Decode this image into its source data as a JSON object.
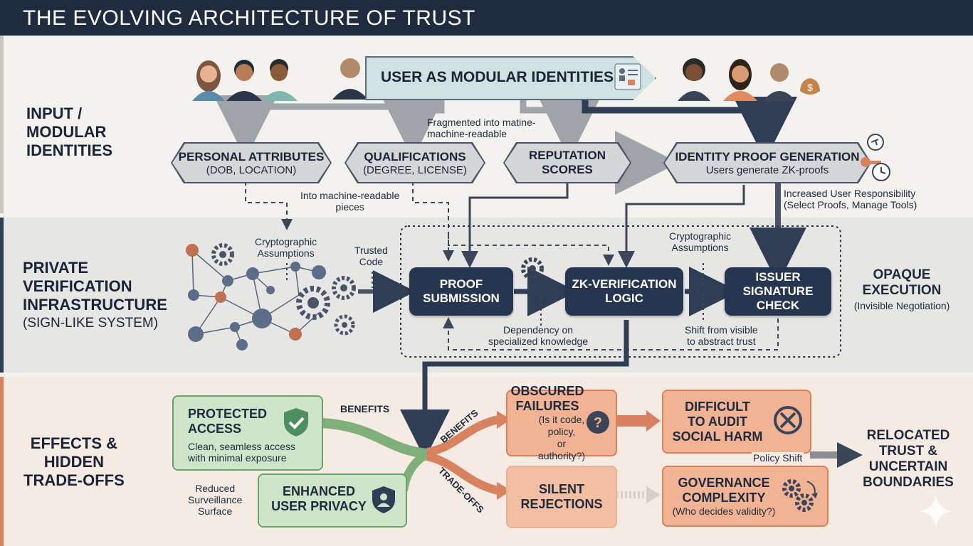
{
  "header": {
    "title": "THE EVOLVING ARCHITECTURE OF TRUST"
  },
  "sections": {
    "input": {
      "line1": "INPUT /",
      "line2": "MODULAR",
      "line3": "IDENTITIES"
    },
    "private": {
      "line1": "PRIVATE",
      "line2": "VERIFICATION",
      "line3": "INFRASTRUCTURE",
      "sub": "(SIGN-LIKE SYSTEM)"
    },
    "effects": {
      "line1": "EFFECTS &",
      "line2": "HIDDEN",
      "line3": "TRADE-OFFS"
    }
  },
  "top": {
    "user_banner": "USER AS MODULAR IDENTITIES",
    "fragment_note_1": "Fragmented into matine-",
    "fragment_note_2": "machine-readable"
  },
  "hexes": {
    "personal": {
      "title": "PERSONAL ATTRIBUTES",
      "sub": "(DOB, LOCATION)"
    },
    "qualifications": {
      "title": "QUALIFICATIONS",
      "sub": "(DEGREE, LICENSE)"
    },
    "reputation": {
      "title1": "REPUTATION",
      "title2": "SCORES"
    },
    "identity_proof": {
      "title": "IDENTITY PROOF GENERATION",
      "sub": "Users generate ZK-proofs"
    }
  },
  "notes": {
    "machine_readable_1": "Into machine-readable",
    "machine_readable_2": "pieces",
    "responsibility_1": "Increased User Responsibility",
    "responsibility_2": "(Select Proofs, Manage Tools)",
    "crypto_left_1": "Cryptographic",
    "crypto_left_2": "Assumptions",
    "trusted_1": "Trusted",
    "trusted_2": "Code",
    "crypto_right_1": "Cryptographic",
    "crypto_right_2": "Assumptions",
    "dependency_1": "Dependency on",
    "dependency_2": "specialized knowledge",
    "shift_1": "Shift from visible",
    "shift_2": "to abstract trust",
    "opaque_1": "OPAQUE",
    "opaque_2": "EXECUTION",
    "opaque_sub": "(Invisible Negotiation)"
  },
  "pipeline": {
    "proof_submission": {
      "line1": "PROOF",
      "line2": "SUBMISSION"
    },
    "zk_logic": {
      "line1": "ZK-VERIFICATION",
      "line2": "LOGIC"
    },
    "issuer": {
      "line1": "ISSUER",
      "line2": "SIGNATURE",
      "line3": "CHECK"
    }
  },
  "effects": {
    "protected": {
      "title": "PROTECTED",
      "title2": "ACCESS",
      "sub1": "Clean, seamless access",
      "sub2": "with minimal exposure"
    },
    "privacy": {
      "title1": "ENHANCED",
      "title2": "USER PRIVACY"
    },
    "reduced_1": "Reduced",
    "reduced_2": "Surveillance",
    "reduced_3": "Surface",
    "benefits_top": "BENEFITS",
    "benefits_diag": "BENEFITS",
    "tradeoffs_diag": "TRADE-OFFS",
    "obscured": {
      "title1": "OBSCURED",
      "title2": "FAILURES",
      "sub1": "(Is it code, policy,",
      "sub2": "or authority?)"
    },
    "difficult": {
      "title1": "DIFFICULT",
      "title2": "TO AUDIT",
      "title3": "SOCIAL HARM"
    },
    "silent": {
      "title1": "SILENT",
      "title2": "REJECTIONS"
    },
    "governance": {
      "title1": "GOVERNANCE",
      "title2": "COMPLEXITY",
      "sub": "(Who decides validity?)"
    },
    "policy_shift": "Policy Shift",
    "relocated": {
      "line1": "RELOCATED",
      "line2": "TRUST &",
      "line3": "UNCERTAIN",
      "line4": "BOUNDARIES"
    }
  },
  "colors": {
    "navy": "#1f2b3f",
    "dark_box": "#263550",
    "orange": "#d9825f",
    "green": "#6aa06a"
  }
}
